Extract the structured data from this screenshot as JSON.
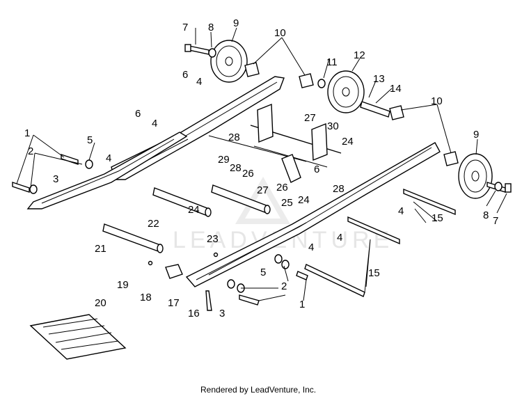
{
  "diagram": {
    "callouts": [
      "1",
      "2",
      "3",
      "4",
      "5",
      "6",
      "7",
      "8",
      "9",
      "10",
      "11",
      "12",
      "13",
      "14",
      "15",
      "16",
      "17",
      "18",
      "19",
      "20",
      "21",
      "22",
      "23",
      "24",
      "25",
      "26",
      "27",
      "28",
      "29",
      "30"
    ],
    "watermark": "LEADVENTURE",
    "credit": "Rendered by LeadVenture, Inc."
  }
}
